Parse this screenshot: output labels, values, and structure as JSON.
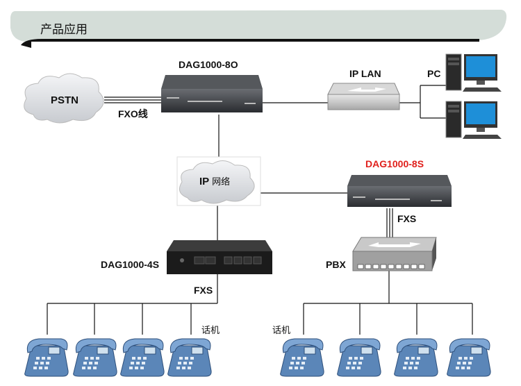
{
  "banner": {
    "title": "产品应用"
  },
  "nodes": {
    "pstn": "PSTN",
    "fxo_line": "FXO线",
    "gw_8o": "DAG1000-8O",
    "ip_lan": "IP LAN",
    "pc": "PC",
    "ip_network_ip": "IP",
    "ip_network_cn": "网络",
    "gw_8s": "DAG1000-8S",
    "fxs_8s": "FXS",
    "gw_4s": "DAG1000-4S",
    "fxs_4s": "FXS",
    "pbx": "PBX",
    "phone_left": "话机",
    "phone_right": "话机"
  },
  "colors": {
    "banner": "#d4ddd8",
    "highlight": "#e0201c",
    "phone": "#5b86b8",
    "device": "#3a3c40"
  }
}
